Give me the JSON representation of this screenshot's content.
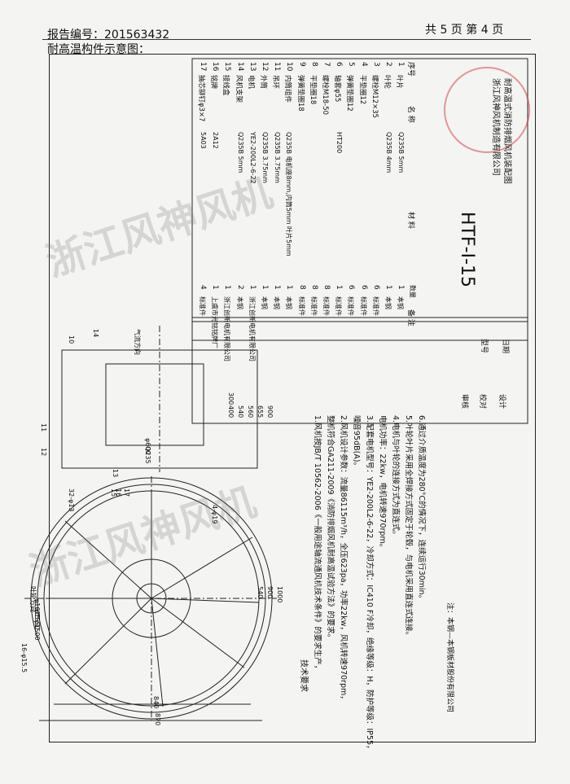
{
  "header": {
    "report_no": "报告编号：201563432",
    "page_info": "共 5 页 第 4 页",
    "caption": "耐高温构件示意图："
  },
  "parts_table": {
    "header": {
      "no": "序号",
      "name": "名 称",
      "material": "材 料",
      "qty": "数量",
      "remark": "备 注"
    },
    "rows": [
      {
        "no": "17",
        "name": "抽芯铆钉φ3×7",
        "material": "5A03",
        "qty": "4",
        "remark": "标准件"
      },
      {
        "no": "16",
        "name": "铭牌",
        "material": "2A12",
        "qty": "1",
        "remark": "上虞市光铭铭牌厂"
      },
      {
        "no": "15",
        "name": "接线盒",
        "material": "",
        "qty": "1",
        "remark": "浙江创新电机有限公司"
      },
      {
        "no": "14",
        "name": "风机支架",
        "material": "Q235B 5mm",
        "qty": "2",
        "remark": "本钢"
      },
      {
        "no": "13",
        "name": "电机",
        "material": "YE2-200L2-6-22",
        "qty": "1",
        "remark": "浙江创新电机有限公司"
      },
      {
        "no": "12",
        "name": "外筒",
        "material": "Q235B 3.75mm",
        "qty": "1",
        "remark": "本钢"
      },
      {
        "no": "11",
        "name": "吊环",
        "material": "Q235B 3.75mm",
        "qty": "1",
        "remark": "本钢"
      },
      {
        "no": "10",
        "name": "内筒组件",
        "material": "Q235B 电机座8mm,内筒5mm 叶片5mm",
        "qty": "1",
        "remark": "本钢"
      },
      {
        "no": "9",
        "name": "弹簧垫圈18",
        "material": "",
        "qty": "8",
        "remark": "标准件"
      },
      {
        "no": "8",
        "name": "平垫圈18",
        "material": "",
        "qty": "8",
        "remark": "标准件"
      },
      {
        "no": "7",
        "name": "螺栓M18-50",
        "material": "",
        "qty": "8",
        "remark": "标准件"
      },
      {
        "no": "6",
        "name": "轴套φ55",
        "material": "HT200",
        "qty": "1",
        "remark": "标准件"
      },
      {
        "no": "5",
        "name": "弹簧垫圈12",
        "material": "",
        "qty": "6",
        "remark": "标准件"
      },
      {
        "no": "4",
        "name": "平垫圈12",
        "material": "",
        "qty": "6",
        "remark": "标准件"
      },
      {
        "no": "3",
        "name": "螺栓M12×35",
        "material": "",
        "qty": "6",
        "remark": "标准件"
      },
      {
        "no": "2",
        "name": "叶轮",
        "material": "Q235B 4mm",
        "qty": "1",
        "remark": "本钢"
      },
      {
        "no": "1",
        "name": "叶片",
        "material": "Q235B 5mm",
        "qty": "1",
        "remark": "本钢"
      }
    ]
  },
  "title_block": {
    "product": "耐高温式消防排烟风机装配图",
    "company": "浙江风神风机制造有限公司",
    "model": "HTF-Ⅰ-15",
    "labels": {
      "model_label": "型号",
      "date_label": "日期",
      "review": "审核",
      "check": "校对",
      "design": "设计"
    }
  },
  "tech_requirements": {
    "title": "技术要求",
    "items": [
      "1.风机按JB/T 10562-2006《一般用途轴流通风机技术条件》的要求生产，",
      "  整机符合GA211-2009《消防排烟风机耐高温试验方法》的要求。",
      "2.风机设计参数：流量86115m³/h，全压623pa，功率22kw，风机转速970rpm，",
      "  噪音95dB(A)。",
      "3.配套电机型号：YE2-200L2-6-22，冷却方式：IC410 F冷却，绝缘等级：H，防护等级：IP55，",
      "  电机功率：22kw，电机转速970rpm。",
      "4.电机与叶轮的连接方式为直连式。",
      "5.叶轮叶片采用全焊接方式固定于轮毂，与电机采用直连式连接。",
      "6.通过介质温度为280°C的情况下，连续运行30min。"
    ],
    "note": "注：本钢—本钢板材股份有限公司"
  },
  "dimensions": {
    "front": [
      "300",
      "400",
      "540",
      "560",
      "655",
      "900",
      "φ600",
      "Q235",
      "10",
      "11",
      "12",
      "13",
      "14"
    ],
    "circle": [
      "φ1615",
      "φ1550",
      "φ1500",
      "32-φ13",
      "16-φ15.5",
      "4-φ19",
      "540",
      "900",
      "1000",
      "840",
      "870",
      "15",
      "16",
      "17",
      "叶轮方向",
      "气流方向"
    ]
  },
  "watermark": [
    "浙江风神风机",
    "浙江风神风机"
  ]
}
